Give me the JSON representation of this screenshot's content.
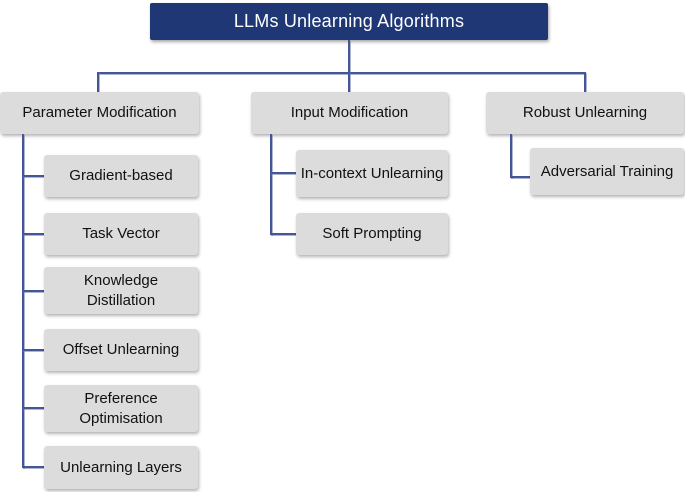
{
  "title": "LLMs Unlearning Algorithms",
  "colors": {
    "title_bg": "#1f3775",
    "title_text": "#ffffff",
    "node_bg": "#dcdcdc",
    "node_text": "#111111",
    "connector": "#455696"
  },
  "tree": {
    "root": "LLMs Unlearning Algorithms",
    "branches": [
      {
        "label": "Parameter Modification",
        "children": [
          "Gradient-based",
          "Task Vector",
          "Knowledge Distillation",
          "Offset Unlearning",
          "Preference Optimisation",
          "Unlearning Layers"
        ]
      },
      {
        "label": "Input Modification",
        "children": [
          "In-context Unlearning",
          "Soft Prompting"
        ]
      },
      {
        "label": "Robust Unlearning",
        "children": [
          "Adversarial Training"
        ]
      }
    ]
  }
}
